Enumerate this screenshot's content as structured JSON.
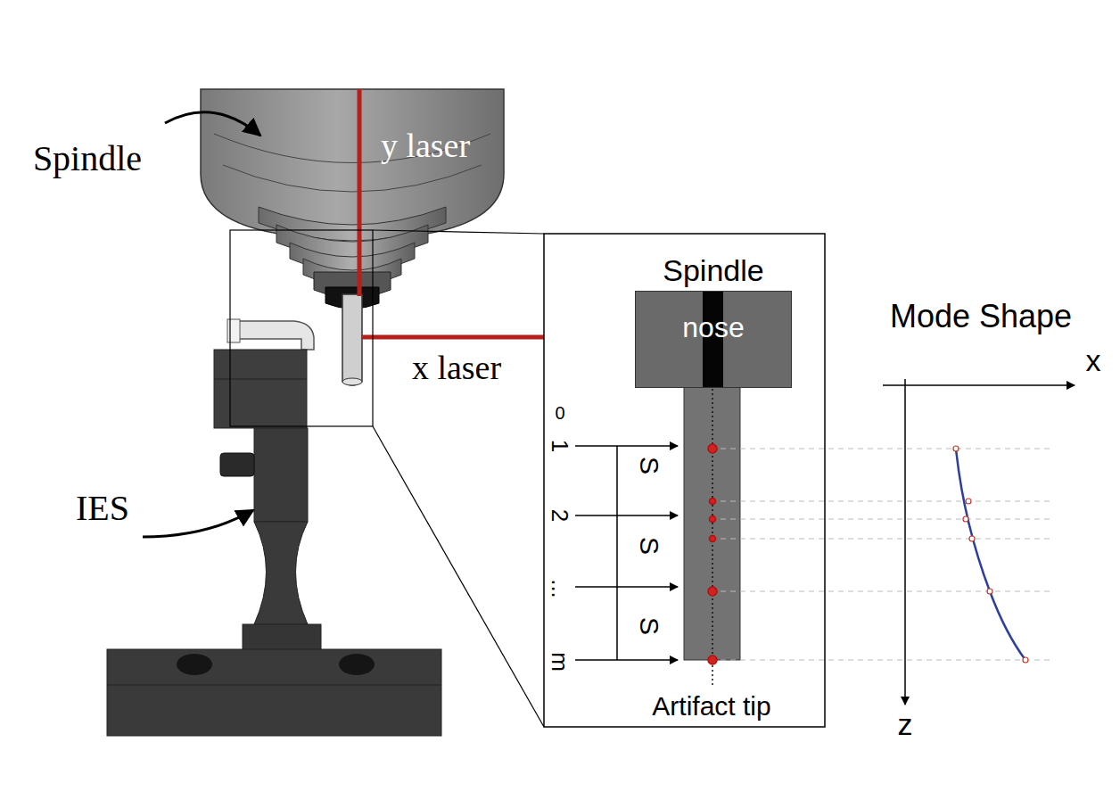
{
  "diagram": {
    "nodes": [
      {
        "text": [
          "Spindle",
          "nose"
        ]
      }
    ],
    "labels": [
      "Spindle",
      "y laser",
      "x laser",
      "IES",
      "0",
      "1",
      "S",
      "2",
      "S",
      "...",
      "S",
      "m",
      "Artifact tip",
      "Mode Shape",
      "x",
      "z"
    ]
  }
}
